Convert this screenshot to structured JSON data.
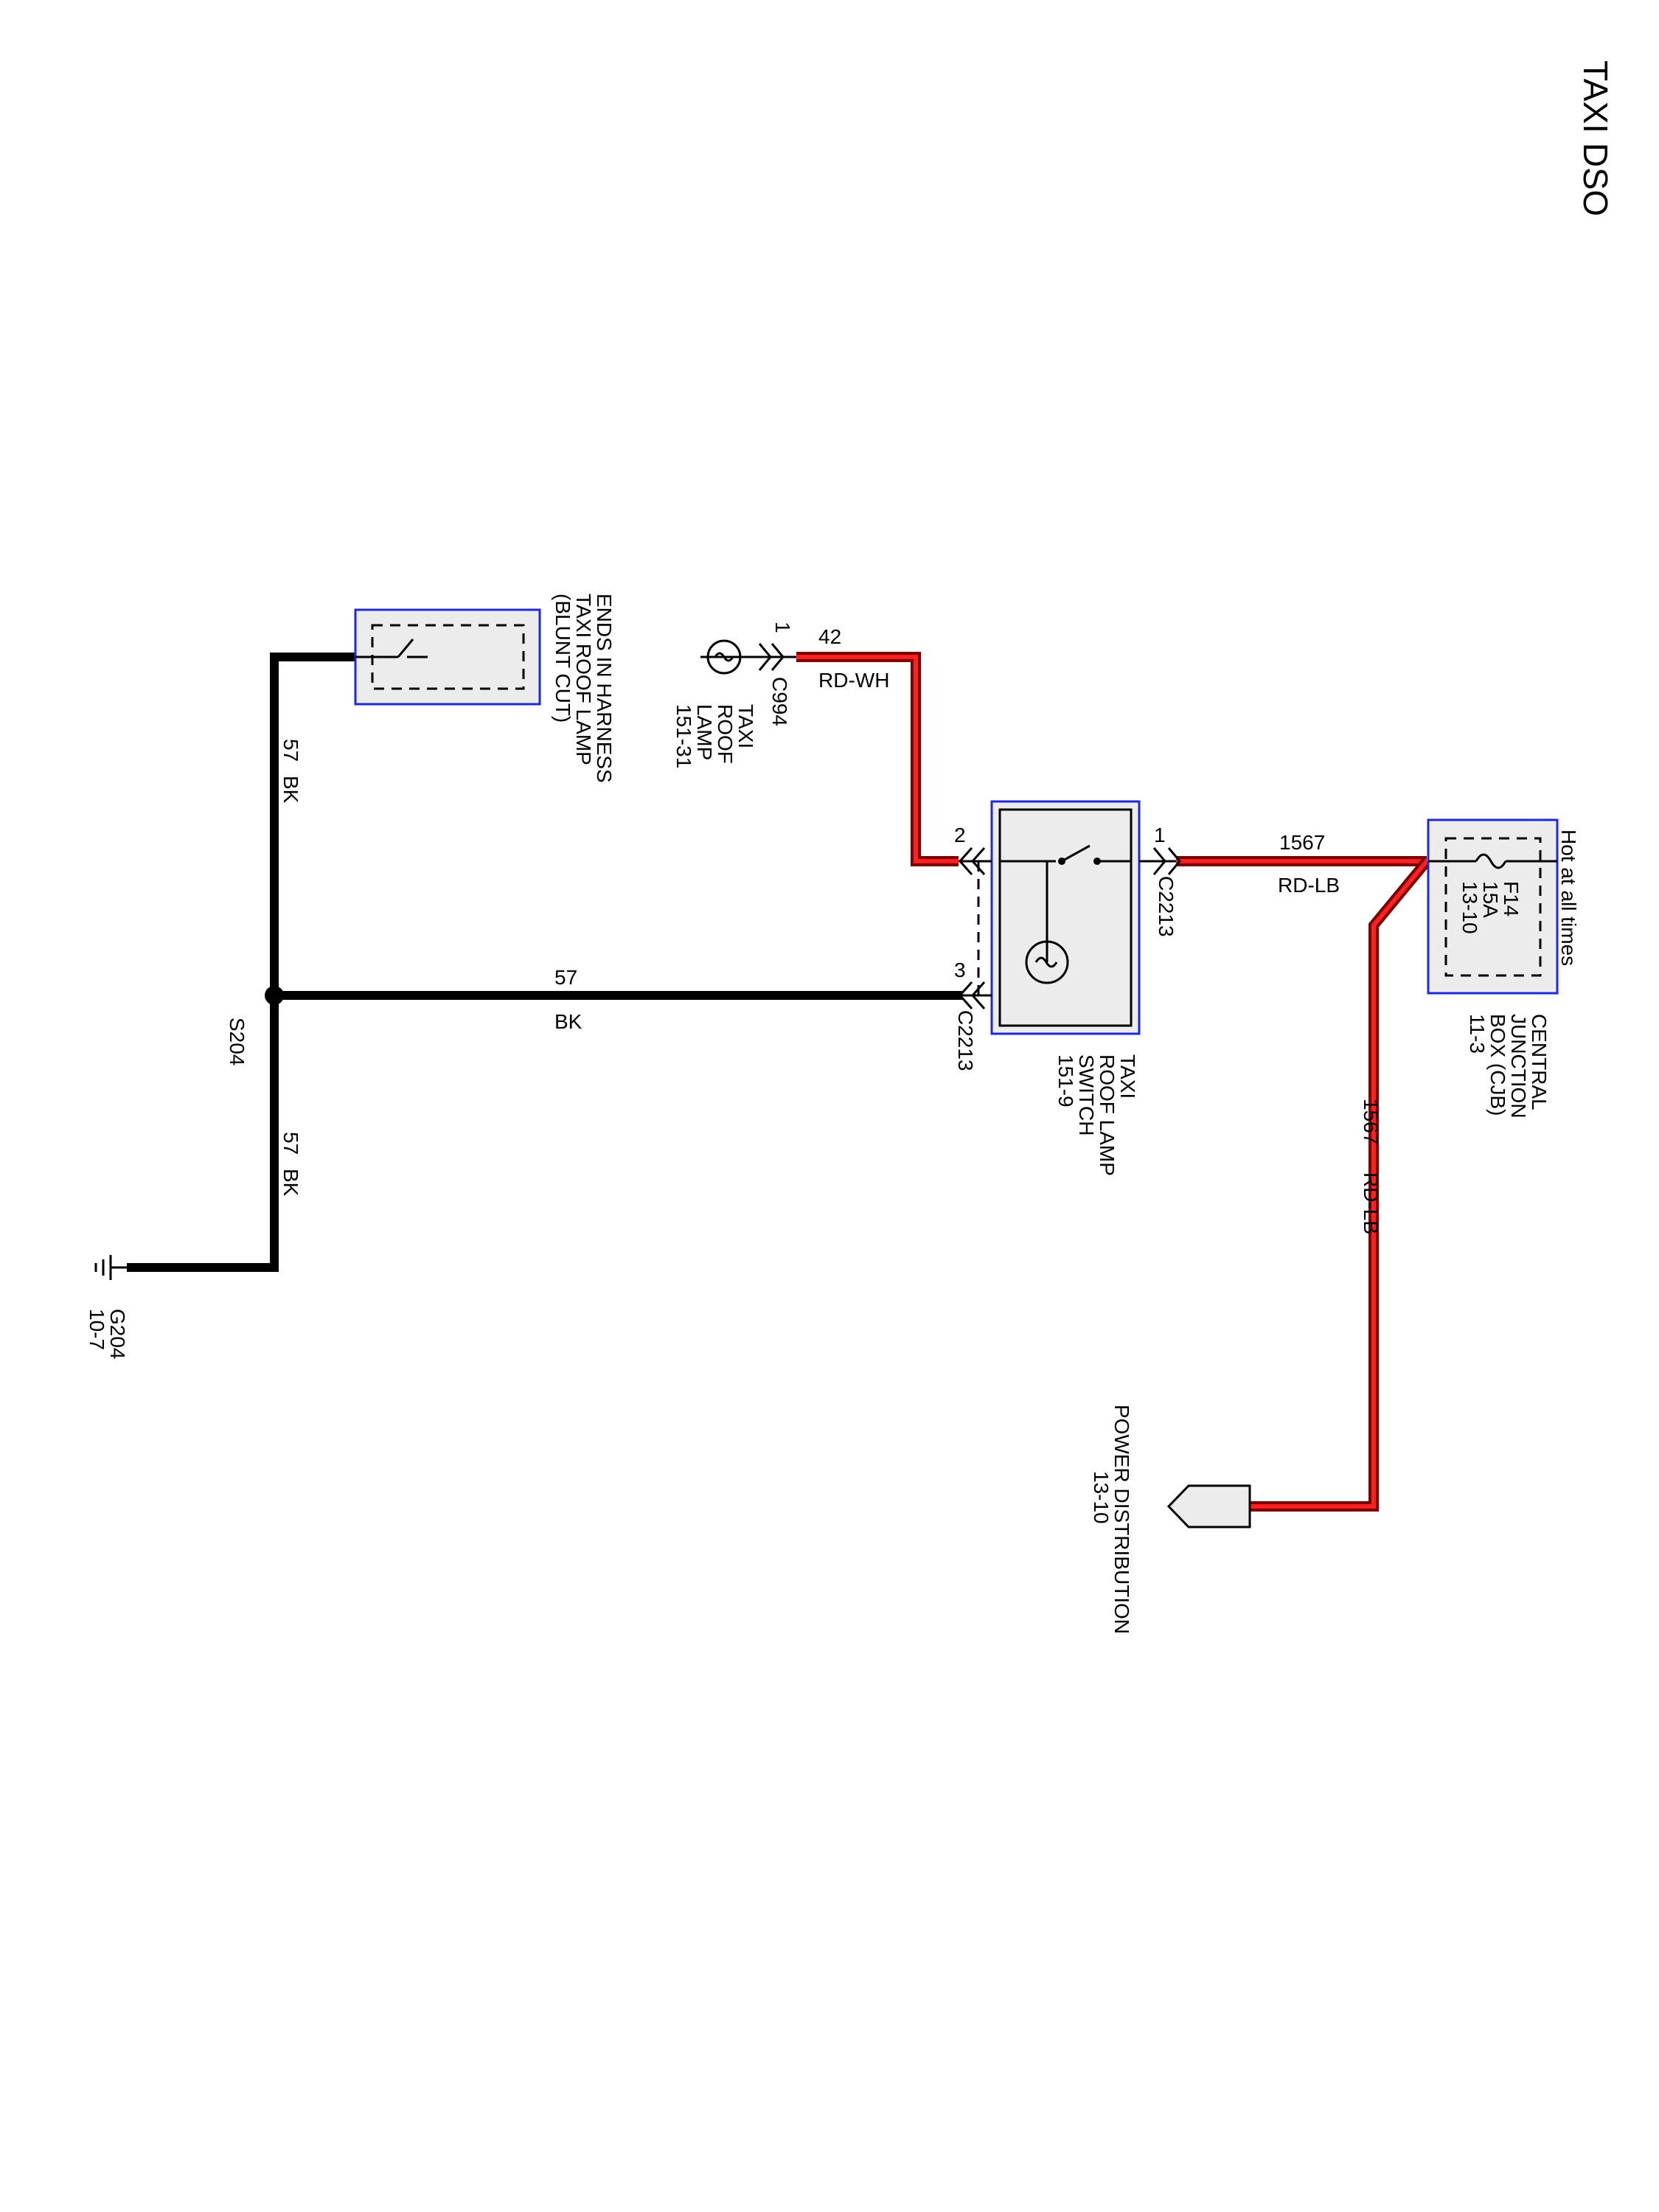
{
  "title": "TAXI DSO",
  "components": {
    "cjb": {
      "header": "Hot at all times",
      "fuse": [
        "F14",
        "15A",
        "13-10"
      ],
      "name": [
        "CENTRAL",
        "JUNCTION",
        "BOX (CJB)",
        "11-3"
      ]
    },
    "roof_lamp_switch": {
      "name": [
        "TAXI",
        "ROOF LAMP",
        "SWITCH",
        "151-9"
      ],
      "connector": "C2213",
      "pins": {
        "p1": "1",
        "p2": "2",
        "p3": "3"
      }
    },
    "roof_lamp": {
      "name": [
        "TAXI",
        "ROOF",
        "LAMP",
        "151-31"
      ],
      "connector": "C994",
      "pin": "1"
    },
    "harness_end": {
      "name": [
        "ENDS IN HARNESS",
        "TAXI ROOF LAMP",
        "(BLUNT CUT)"
      ]
    },
    "power_distribution": {
      "name": [
        "POWER DISTRIBUTION",
        "13-10"
      ]
    },
    "splice": {
      "name": "S204"
    },
    "ground": {
      "name": [
        "G204",
        "10-7"
      ]
    }
  },
  "wires": {
    "w42": {
      "circuit": "42",
      "color": "RD-WH"
    },
    "w1567_top": {
      "circuit": "1567",
      "color": "RD-LB"
    },
    "w1567_vertical": {
      "circuit": "1567",
      "color": "RD-LB"
    },
    "w57_mid": {
      "circuit": "57",
      "color": "BK"
    },
    "w57_upper": {
      "circuit": "57",
      "color": "BK"
    },
    "w57_lower": {
      "circuit": "57",
      "color": "BK"
    }
  }
}
